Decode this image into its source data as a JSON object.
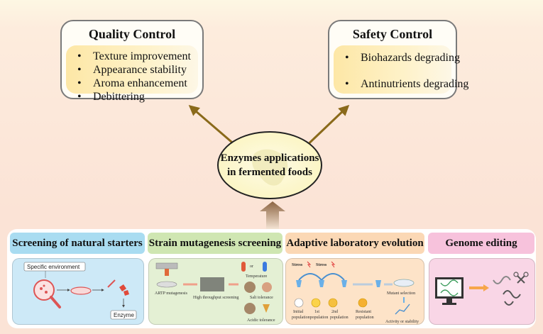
{
  "quality": {
    "title": "Quality Control",
    "items": [
      "Texture improvement",
      "Appearance stability",
      "Aroma enhancement",
      "Debittering"
    ]
  },
  "safety": {
    "title": "Safety Control",
    "items": [
      "Biohazards degrading",
      "Antinutrients degrading"
    ]
  },
  "center": {
    "line1": "Enzymes applications",
    "line2": "in fermented foods"
  },
  "bullet": "•",
  "panels": [
    {
      "title": "Screening of natural starters",
      "labels": {
        "environment": "Specific environment",
        "enzyme": "Enzyme"
      }
    },
    {
      "title": "Strain mutagenesis screening",
      "labels": {
        "artp": "ARTP mutagenesis",
        "hts": "High throughput screening",
        "or": "or",
        "temp": "Temperature",
        "salt": "Salt tolerance",
        "acid": "Acidic tolerance"
      }
    },
    {
      "title": "Adaptive laboratory evolution",
      "labels": {
        "stress": "Stress",
        "initial": "Initial",
        "population": "population",
        "first": "1st",
        "second": "2nd",
        "initial_pop": "populationpopulation",
        "resistant": "Resistant",
        "mutant": "Mutant selection",
        "activity": "Activity or stability"
      }
    },
    {
      "title": "Genome editing"
    }
  ],
  "colors": {
    "arrow": "#8a6a1a",
    "panel1_head": "#a9dcf1",
    "panel2_head": "#cfe6b2",
    "panel3_head": "#fbd8b5",
    "panel4_head": "#f7c2dc"
  }
}
